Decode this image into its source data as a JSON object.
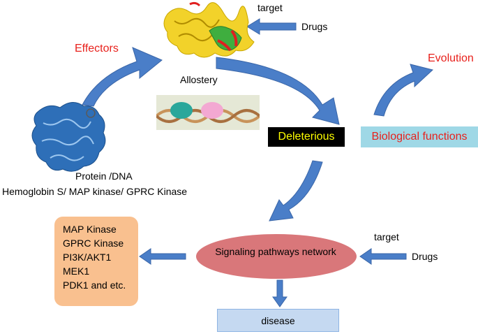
{
  "labels": {
    "target_top": "target",
    "drugs_top": "Drugs",
    "effectors": "Effectors",
    "allostery": "Allostery",
    "evolution": "Evolution",
    "deleterious": "Deleterious",
    "biological_functions": "Biological functions",
    "protein_dna": "Protein /DNA",
    "proteins_list": "Hemoglobin S/ MAP kinase/ GPRC Kinase",
    "signaling_pathways": "Signaling pathways network",
    "target_bottom": "target",
    "drugs_bottom": "Drugs",
    "disease": "disease"
  },
  "kinases": [
    "MAP Kinase",
    "GPRC Kinase",
    "PI3K/AKT1",
    "MEK1",
    "PDK1 and etc."
  ],
  "colors": {
    "arrow_blue": "#4a7ec8",
    "arrow_outline": "#3a66a8",
    "effector_red": "#e8211c",
    "deleterious_bg": "#000000",
    "deleterious_text": "#ffff00",
    "bio_bg": "#9fd8e6",
    "kinase_box": "#f9c08f",
    "signaling_ellipse": "#d9777a",
    "disease_bg": "#c5d9f1"
  }
}
